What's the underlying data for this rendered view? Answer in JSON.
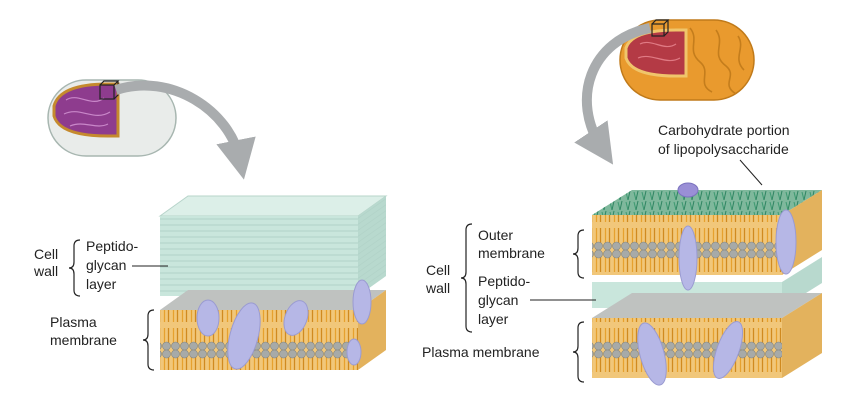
{
  "left_panel": {
    "labels": {
      "cell_wall_line1": "Cell",
      "cell_wall_line2": "wall",
      "peptidoglycan_line1": "Peptido-",
      "peptidoglycan_line2": "glycan",
      "peptidoglycan_line3": "layer",
      "plasma_line1": "Plasma",
      "plasma_line2": "membrane"
    }
  },
  "right_panel": {
    "labels": {
      "carb_line1": "Carbohydrate portion",
      "carb_line2": "of lipopolysaccharide",
      "outer_line1": "Outer",
      "outer_line2": "membrane",
      "cell_wall_line1": "Cell",
      "cell_wall_line2": "wall",
      "peptidoglycan_line1": "Peptido-",
      "peptidoglycan_line2": "glycan",
      "peptidoglycan_line3": "layer",
      "plasma": "Plasma membrane"
    }
  },
  "colors": {
    "head_gray": "#a7aaa8",
    "tail_orange": "#e6a12e",
    "protein": "#b6b7e6",
    "peptidoglycan": "#c9e6dc",
    "arrow": "#a9acae",
    "gram_pos_cell": "#e9ecea",
    "gram_neg_cell": "#e99a2e",
    "cytoplasm_pos": "#8e3c8e",
    "cytoplasm_neg": "#b43a45"
  }
}
